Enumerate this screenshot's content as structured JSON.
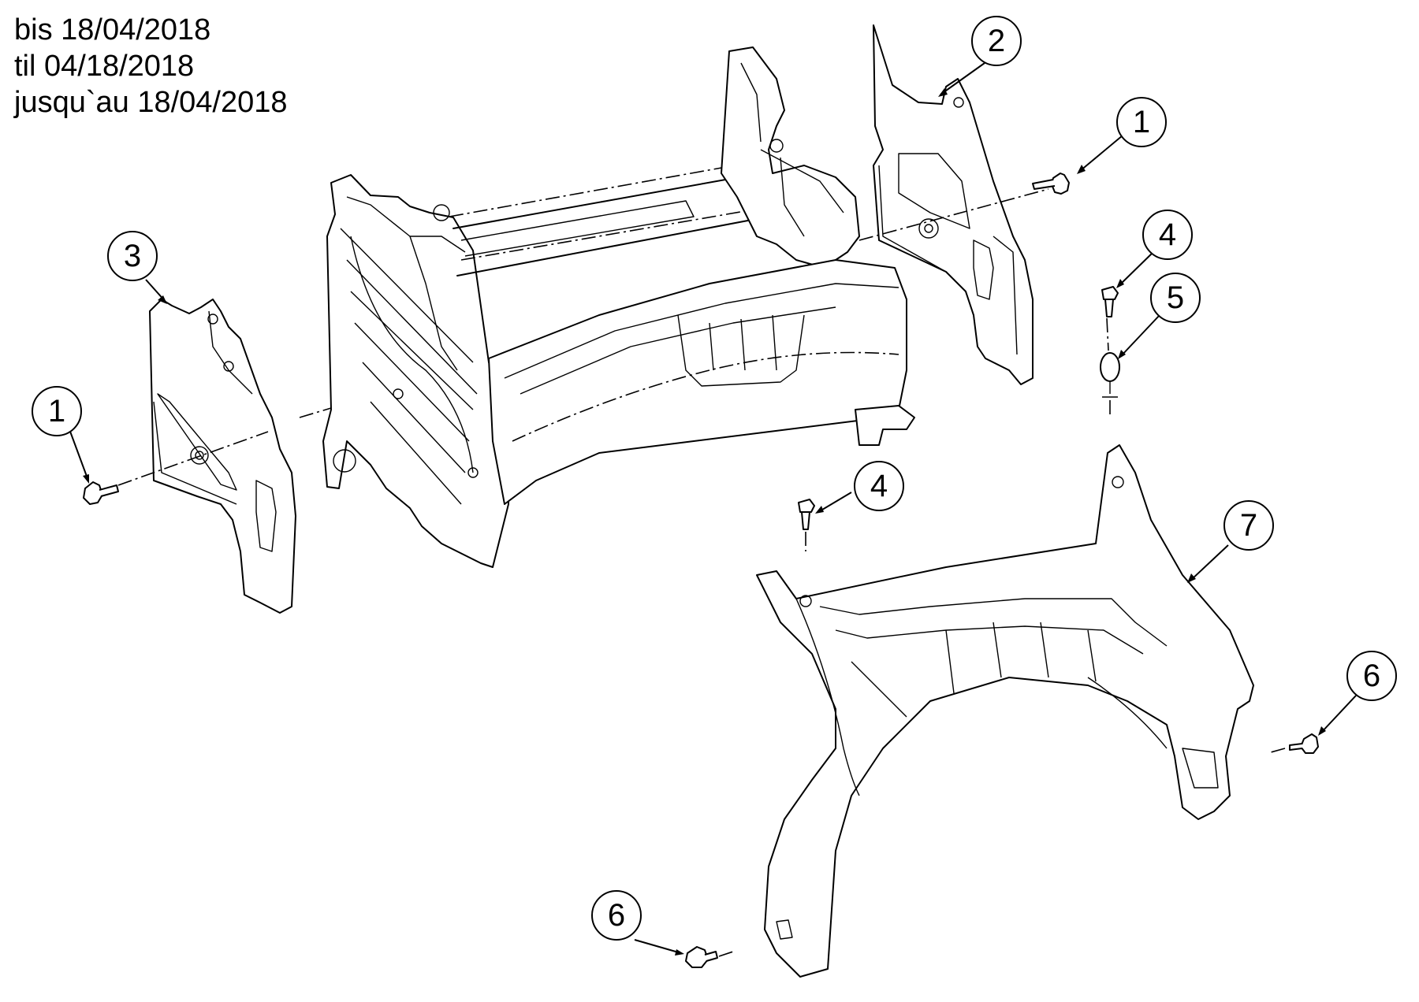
{
  "validity_notes": [
    "bis 18/04/2018",
    "til 04/18/2018",
    "jusqu`au 18/04/2018"
  ],
  "callouts": [
    "1",
    "2",
    "3",
    "4",
    "5",
    "6",
    "7",
    "1",
    "4",
    "6"
  ]
}
